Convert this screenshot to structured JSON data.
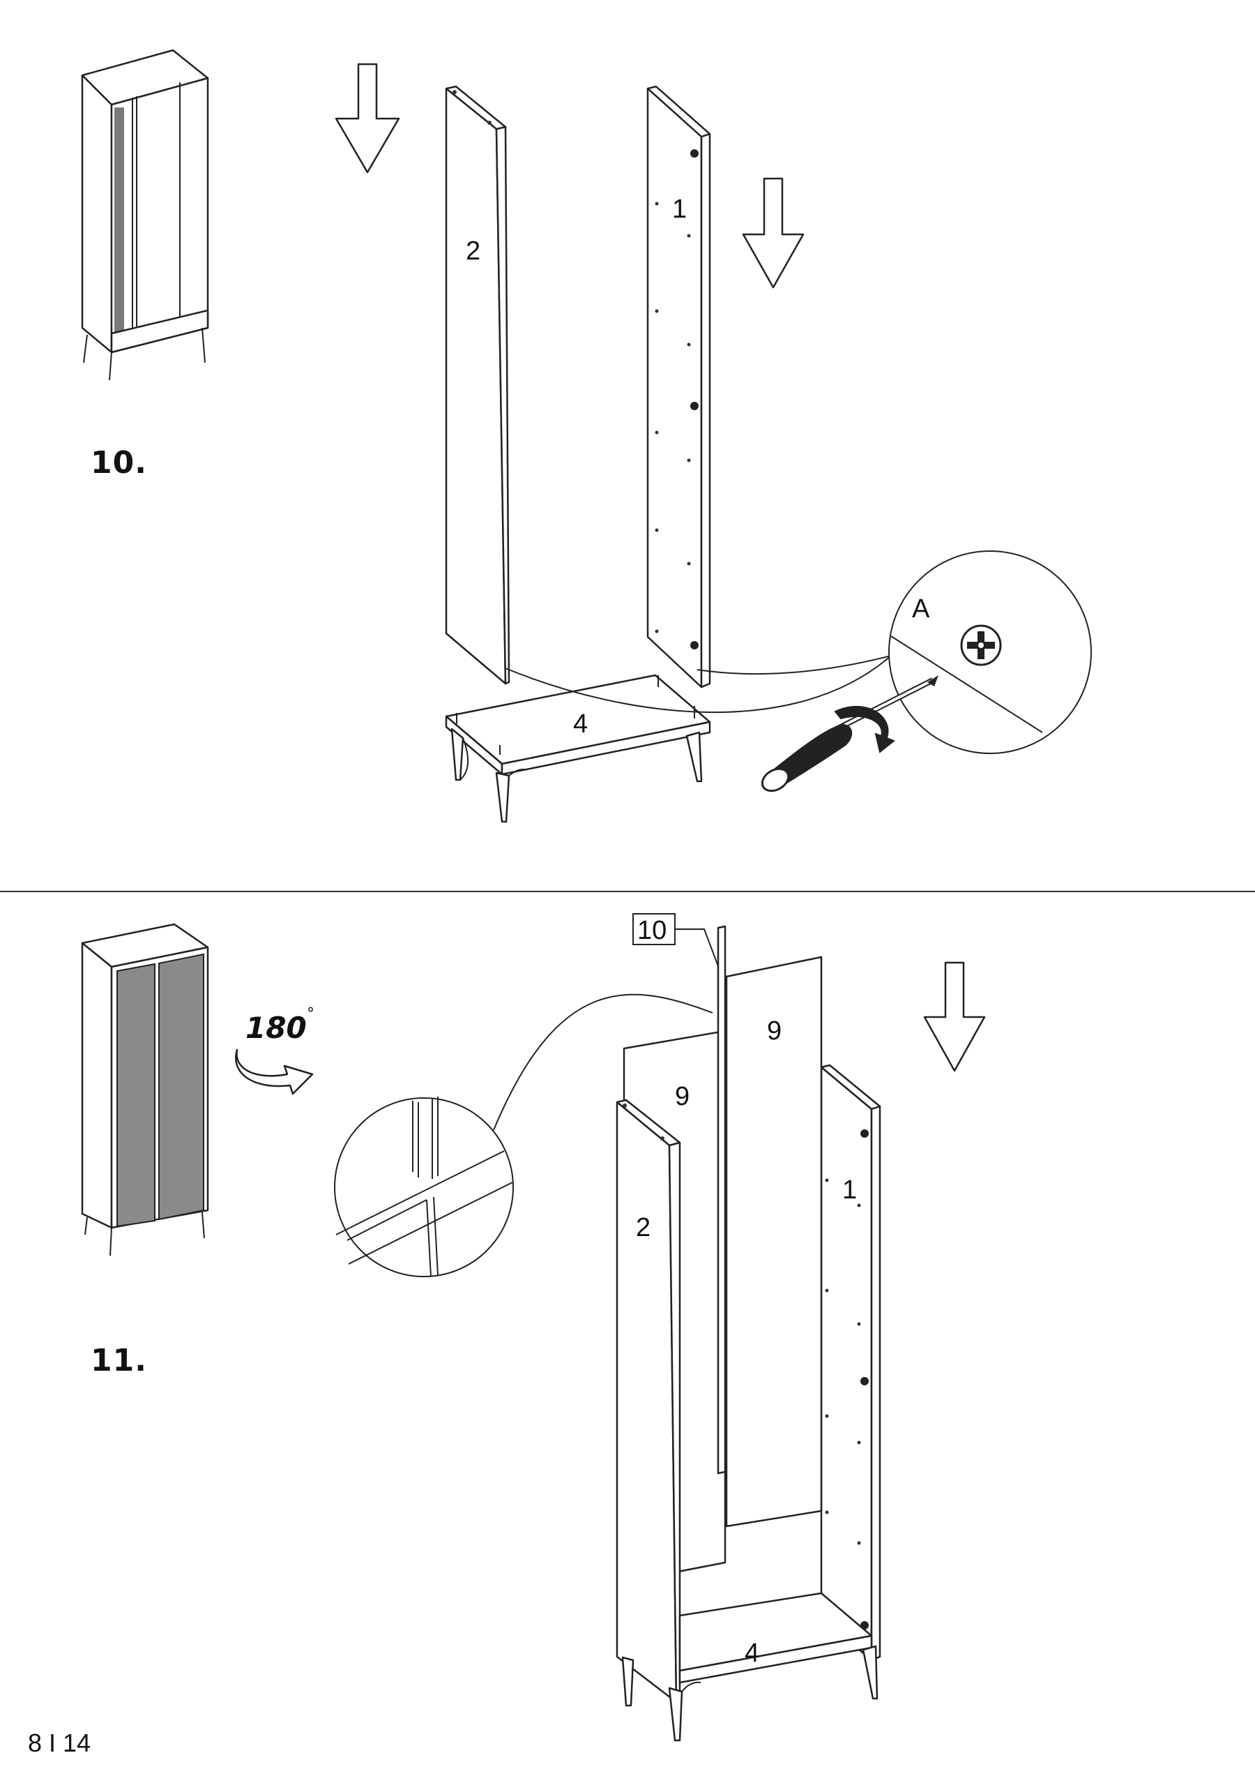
{
  "steps": [
    {
      "number": "10.",
      "part_labels": {
        "left_side_panel": "2",
        "right_side_panel": "1",
        "bottom_panel": "4"
      },
      "detail_label": "A"
    },
    {
      "number": "11.",
      "rotation_label": "180",
      "rotation_unit": "°",
      "part_labels": {
        "divider_part": "10",
        "back_panel_right": "9",
        "back_panel_left": "9",
        "left_side_panel": "2",
        "right_side_panel": "1",
        "bottom_panel": "4"
      }
    }
  ],
  "page": {
    "number": "8 I 14"
  },
  "colors": {
    "line": "#222222",
    "door_fill": "#8a8a8a",
    "background": "#ffffff"
  }
}
